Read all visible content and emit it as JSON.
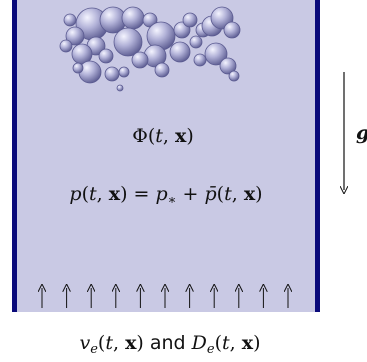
{
  "colors": {
    "fluid_fill": "#c9c9e4",
    "wall": "#0a0a7a",
    "bubble_light": "#f4f4ff",
    "bubble_mid": "#b2b2d8",
    "bubble_dark": "#5a5a90",
    "arrow": "#111111"
  },
  "labels": {
    "phi": {
      "symbol": "Φ",
      "arg_open": "(",
      "t": "t",
      "comma": ", ",
      "x": "x",
      "arg_close": ")"
    },
    "pressure": {
      "p": "p",
      "open": "(",
      "t": "t",
      "comma": ", ",
      "x": "x",
      "close": ") = ",
      "p_star": "p",
      "star": "∗",
      "plus": " + ",
      "pbar": "p̄",
      "open2": "(",
      "t2": "t",
      "comma2": ", ",
      "x2": "x",
      "close2": ")"
    },
    "gravity": "g",
    "bottom": {
      "v": "v",
      "e1": "e",
      "open1": "(",
      "t1": "t",
      "comma1": ", ",
      "x1": "x",
      "close1": ")",
      "and": " and ",
      "D": "D",
      "e2": "e",
      "open2": "(",
      "t2": "t",
      "comma2": ", ",
      "x2": "x",
      "close2": ")"
    }
  },
  "icons": {
    "bubble_cluster": "gas-bubbles-icon",
    "inlet_arrows": "upward-arrow-icon",
    "gravity_arrow": "downward-arrow-icon"
  },
  "inlet_arrow_count": 11
}
